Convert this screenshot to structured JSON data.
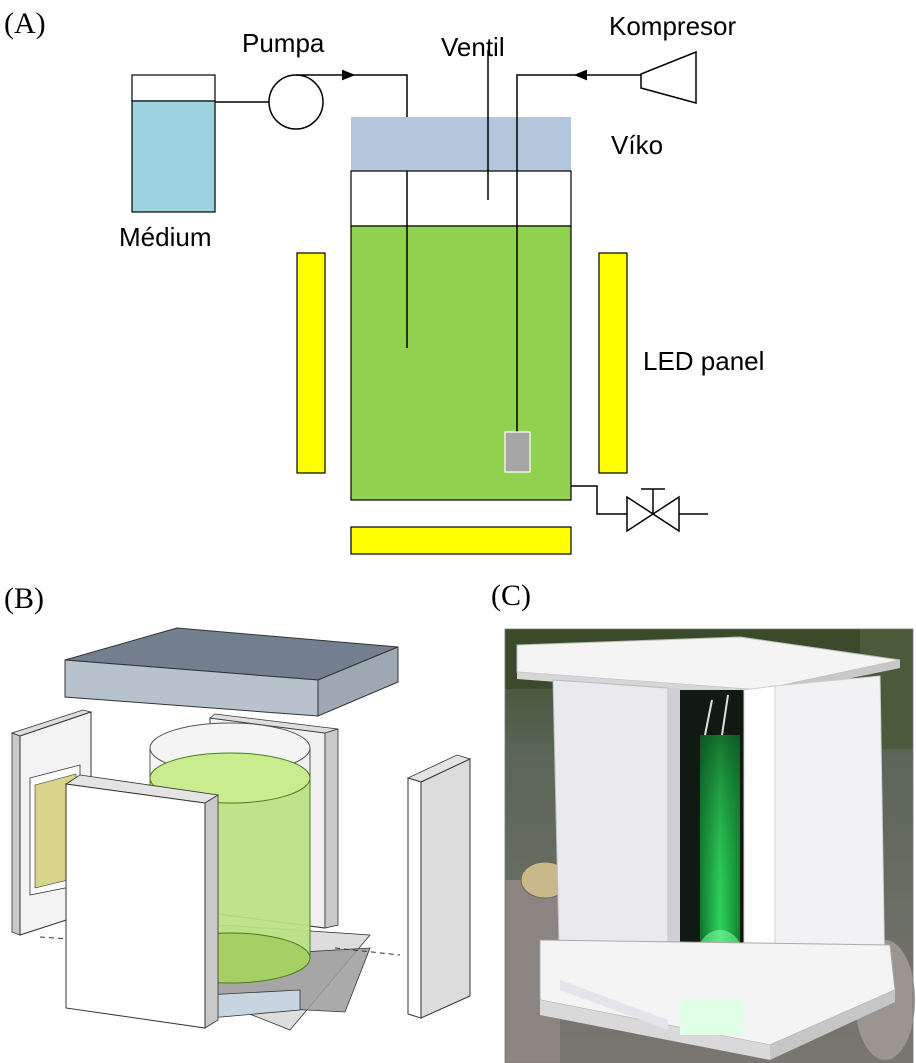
{
  "panels": {
    "a": "(A)",
    "b": "(B)",
    "c": "(C)"
  },
  "labels": {
    "pump": "Pumpa",
    "valve": "Ventil",
    "compressor": "Kompresor",
    "lid": "Víko",
    "medium": "Médium",
    "led_panel": "LED panel"
  },
  "colors": {
    "culture_green": "#92d050",
    "medium_blue": "#9dd3df",
    "lid_blue": "#b4c6dc",
    "led_yellow": "#ffff00",
    "sparger_gray": "#a6a6a6",
    "block_top": "#737f8e",
    "block_side": "#b8c2cc"
  }
}
